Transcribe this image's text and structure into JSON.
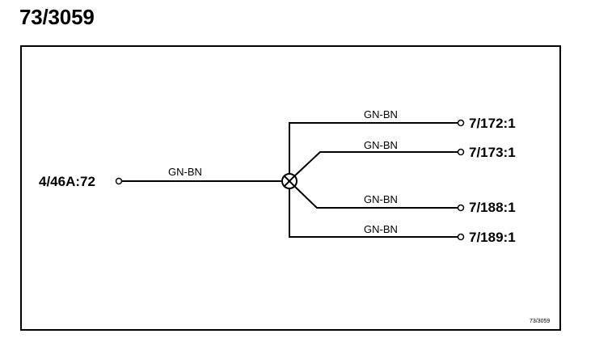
{
  "title": "73/3059",
  "source": {
    "label": "4/46A:72"
  },
  "splice": {
    "symbol": "circled-x-splice"
  },
  "branches": [
    {
      "wire_color": "GN-BN",
      "target": "7/172:1"
    },
    {
      "wire_color": "GN-BN",
      "target": "7/173:1"
    },
    {
      "wire_color": "GN-BN",
      "target": "7/188:1"
    },
    {
      "wire_color": "GN-BN",
      "target": "7/189:1"
    }
  ],
  "source_wire_color": "GN-BN",
  "reference": "73/3059",
  "colors": {
    "line": "#000000",
    "background": "#ffffff"
  }
}
